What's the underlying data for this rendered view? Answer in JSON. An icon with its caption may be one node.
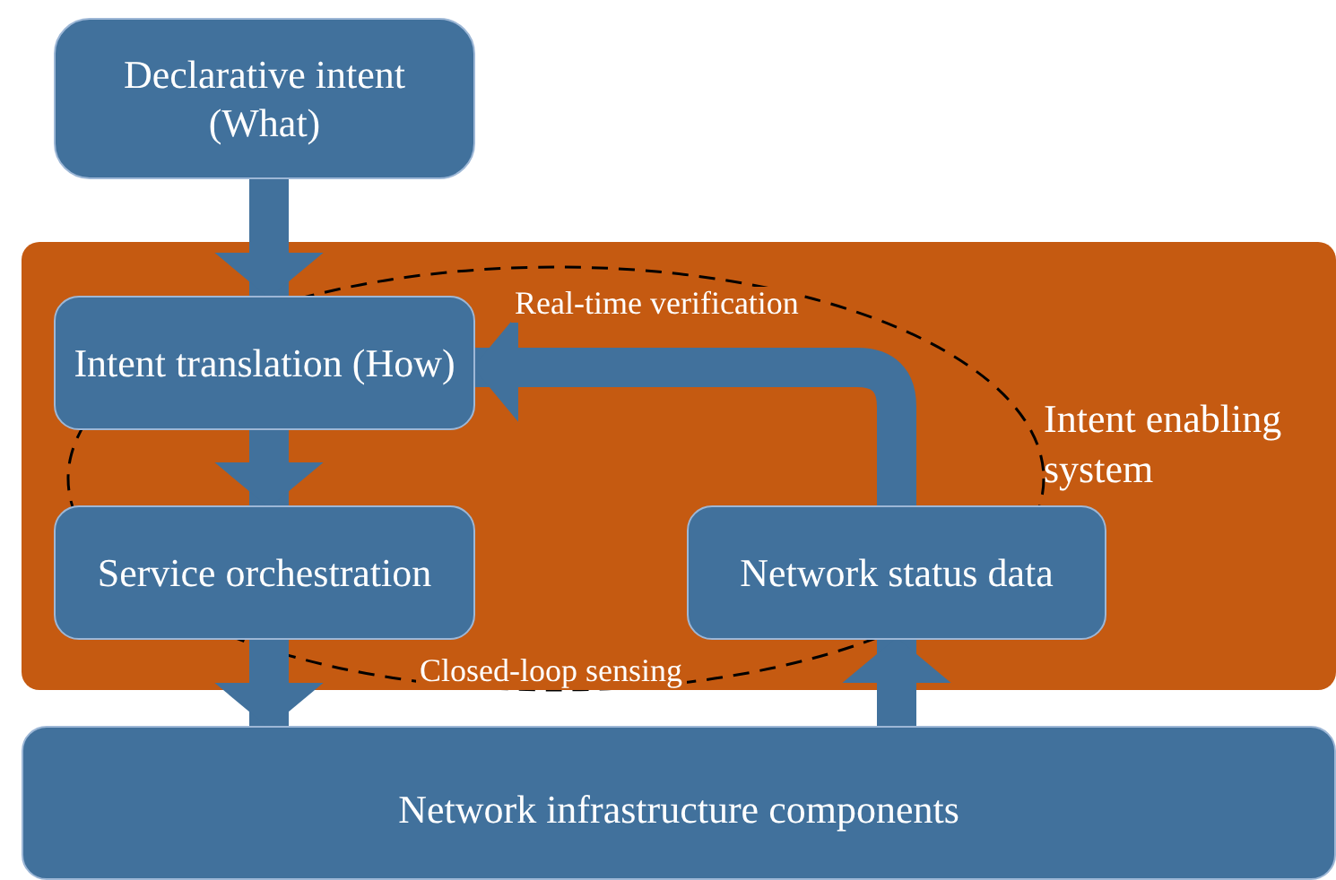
{
  "diagram": {
    "nodes": [
      {
        "text": [
          "Declarative intent (What)"
        ]
      },
      {
        "text": [
          "Intent enabling system"
        ]
      },
      {
        "text": [
          "Intent translation (How)"
        ],
        "in": 1
      },
      {
        "text": [
          "Service orchestration"
        ],
        "in": 1
      },
      {
        "text": [
          "Network status data"
        ],
        "in": 1
      },
      {
        "text": [
          "Network infrastructure components"
        ]
      }
    ],
    "edges": [
      {
        "from": 0,
        "to": 2,
        "arrow": "to"
      },
      {
        "from": 2,
        "to": 3,
        "arrow": "to"
      },
      {
        "from": 4,
        "to": 2,
        "arrow": "to"
      },
      {
        "from": 3,
        "to": 5,
        "arrow": "to"
      },
      {
        "from": 5,
        "to": 4,
        "arrow": "to"
      }
    ],
    "labels": [
      "Real-time verification",
      "Closed-loop sensing"
    ]
  }
}
